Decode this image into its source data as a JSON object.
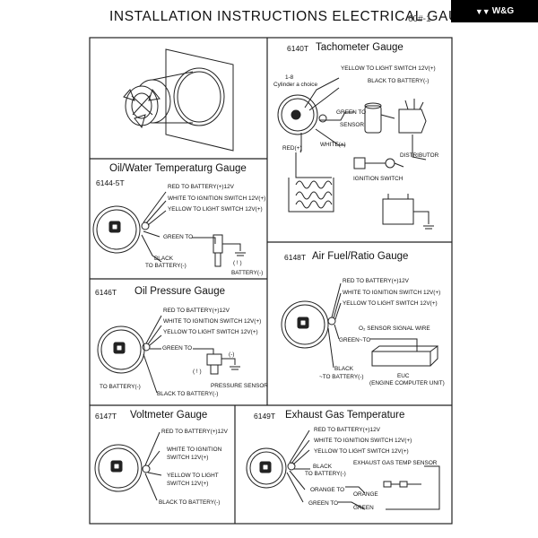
{
  "header": {
    "title": "INSTALLATION INSTRUCTIONS ELECTRICAL GAUGE",
    "code": "60#-1",
    "brand": "W&G"
  },
  "tach": {
    "code": "6140T",
    "title": "Tachometer Gauge",
    "cyl": "1-8",
    "cyl2": "Cylinder a choice",
    "yellow": "YELLOW  TO LIGHT SWITCH 12V(+)",
    "black": "BLACK  TO BATTERY(-)",
    "green": "GREEN TO",
    "sensor": "SENSOR",
    "red": "RED(+)",
    "white": "WHITE(+)",
    "distributor": "DISTRIBUTOR",
    "ignition": "IGNITION SWITCH"
  },
  "water": {
    "title": "Oil/Water Temperaturg Gauge",
    "code": "6144-5T",
    "red": "RED  TO  BATTERY(+)12V",
    "white": "WHITE   TO IGNITION SWITCH 12V(+)",
    "yellow": "YELLOW   TO LIGHT SWITCH 12V(+)",
    "green": "GREEN TO",
    "black": "BLACK",
    "black2": "TO BATTERY(-)",
    "sym": "( ! )",
    "battery": "BATTERY(-)"
  },
  "afr": {
    "code": "6148T",
    "title": "Air Fuel/Ratio Gauge",
    "red": "RED  TO  BATTERY(+)12V",
    "white": "WHITE   TO IGNITION SWITCH 12V(+)",
    "yellow": "YELLOW   TO LIGHT SWITCH 12V(+)",
    "o2": "O₂ SENSOR SIGNAL WIRE",
    "green": "GREEN~TO",
    "black": "BLACK",
    "black2": "~TO BATTERY(-)",
    "euc": "EUC",
    "euc2": "(ENGINE COMPUTER UNIT)"
  },
  "oil": {
    "code": "6146T",
    "title": "Oil Pressure Gauge",
    "red": "RED  TO  BATTERY(+)12V",
    "white": "WHITE   TO IGNITION SWITCH 12V(+)",
    "yellow": "YELLOW   TO LIGHT SWITCH 12V(+)",
    "green": "GREEN TO",
    "minus": "(-)",
    "sym": "( ! )",
    "pressure": "PRESSURE SENSOR",
    "battery": "TO BATTERY(-)",
    "black": "BLACK TO BATTERY(-)"
  },
  "volt": {
    "code": "6147T",
    "title": "Voltmeter Gauge",
    "red": "RED  TO  BATTERY(+)12V",
    "white": "WHITE  TO IGNITION",
    "white2": "SWITCH 12V(+)",
    "yellow": "YELLOW  TO LIGHT",
    "yellow2": "SWITCH 12V(+)",
    "black": "BLACK TO BATTERY(-)"
  },
  "egt": {
    "code": "6149T",
    "title": "Exhaust Gas Temperature",
    "red": "RED  TO  BATTERY(+)12V",
    "white": "WHITE   TO IGNITION SWITCH 12V(+)",
    "yellow": "YELLOW   TO LIGHT SWITCH 12V(+)",
    "black": "BLACK",
    "black2": "TO BATTERY(-)",
    "sensor": "EXHAUST GAS TEMP SENSOR",
    "orange": "ORANGE TO",
    "orange2": "ORANGE",
    "green": "GREEN TO",
    "green2": "GREEN"
  }
}
